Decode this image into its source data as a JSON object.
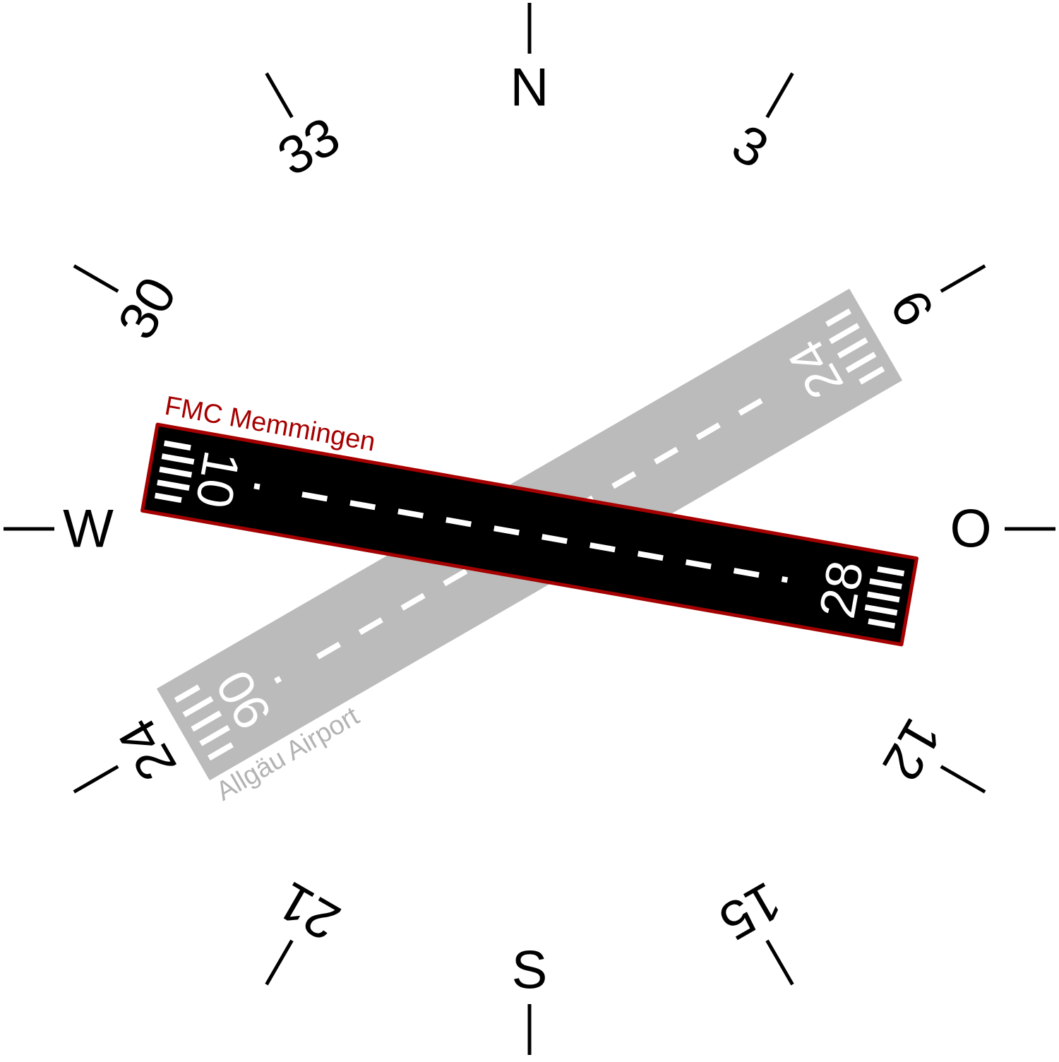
{
  "compass": {
    "cardinals": [
      {
        "heading": 0,
        "label": "N"
      },
      {
        "heading": 90,
        "label": "O"
      },
      {
        "heading": 180,
        "label": "S"
      },
      {
        "heading": 270,
        "label": "W"
      }
    ],
    "numbers": [
      {
        "heading": 30,
        "label": "3"
      },
      {
        "heading": 60,
        "label": "6"
      },
      {
        "heading": 120,
        "label": "12"
      },
      {
        "heading": 150,
        "label": "15"
      },
      {
        "heading": 210,
        "label": "21"
      },
      {
        "heading": 240,
        "label": "24"
      },
      {
        "heading": 300,
        "label": "30"
      },
      {
        "heading": 330,
        "label": "33"
      }
    ]
  },
  "runways": [
    {
      "name": "Allgäu Airport",
      "ends": [
        "06",
        "24"
      ],
      "color": "#bbbbbb",
      "label_color": "#b3b3b3",
      "border_color": "#bbbbbb",
      "marking_color": "#ffffff"
    },
    {
      "name": "FMC Memmingen",
      "ends": [
        "10",
        "28"
      ],
      "color": "#000000",
      "label_color": "#a60000",
      "border_color": "#a60000",
      "marking_color": "#ffffff"
    }
  ]
}
